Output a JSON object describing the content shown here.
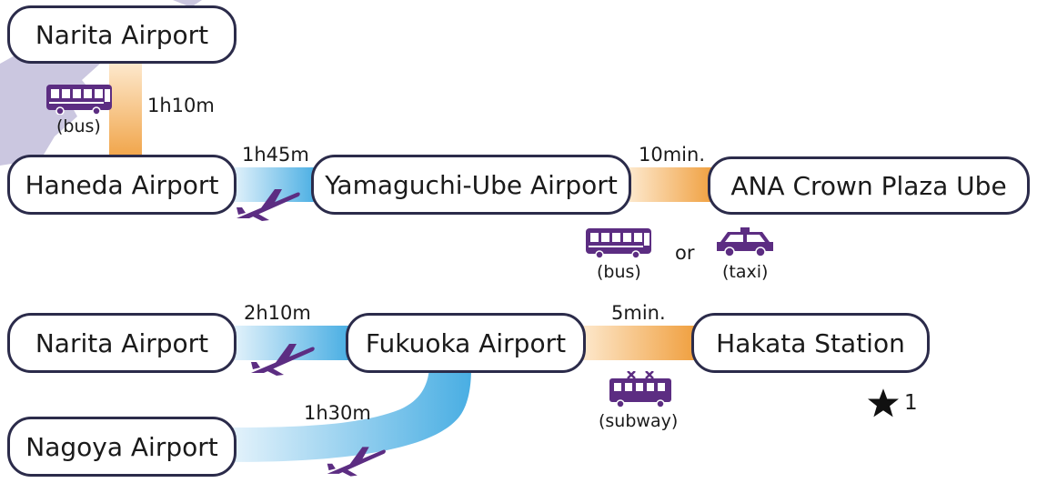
{
  "colors": {
    "purple": "#5c2d82",
    "orange": "#f0a040",
    "blue": "#49aee3",
    "border": "#2b2b4a",
    "map": "#b9b4d6"
  },
  "route1": {
    "narita": "Narita Airport",
    "haneda": "Haneda Airport",
    "ube_airport": "Yamaguchi-Ube Airport",
    "hotel": "ANA Crown Plaza Ube",
    "bus_time": "1h10m",
    "bus_label": "(bus)",
    "flight_time": "1h45m",
    "transfer_time": "10min.",
    "bus2_label": "(bus)",
    "or_text": "or",
    "taxi_label": "(taxi)"
  },
  "route2": {
    "narita": "Narita Airport",
    "fukuoka": "Fukuoka Airport",
    "hakata": "Hakata Station",
    "nagoya": "Nagoya Airport",
    "flight_time_narita": "2h10m",
    "flight_time_nagoya": "1h30m",
    "subway_time": "5min.",
    "subway_label": "(subway)",
    "note_number": "1"
  },
  "icons": {
    "bus": "bus-icon",
    "plane": "airplane-icon",
    "taxi": "taxi-icon",
    "tram": "subway-icon",
    "star": "star-icon"
  }
}
